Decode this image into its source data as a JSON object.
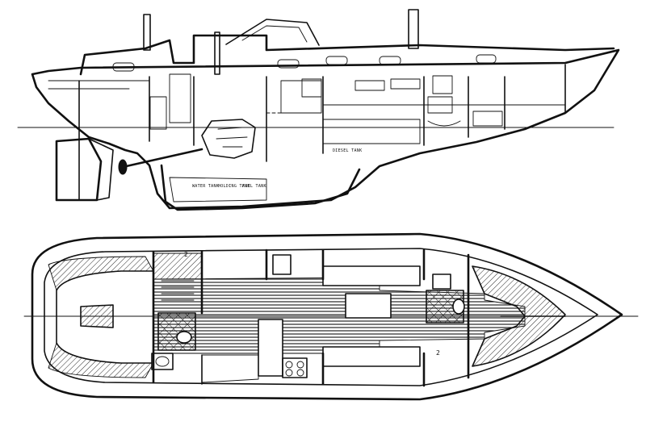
{
  "profile_view": {
    "locker_labels": [
      "WATER TANK",
      "HOLDING TANK",
      "FUEL TANK",
      "DIESEL TANK"
    ]
  },
  "plan_view": {
    "berth_marks": [
      "2",
      "2"
    ]
  },
  "colors": {
    "ink": "#111111",
    "paper": "#ffffff"
  }
}
